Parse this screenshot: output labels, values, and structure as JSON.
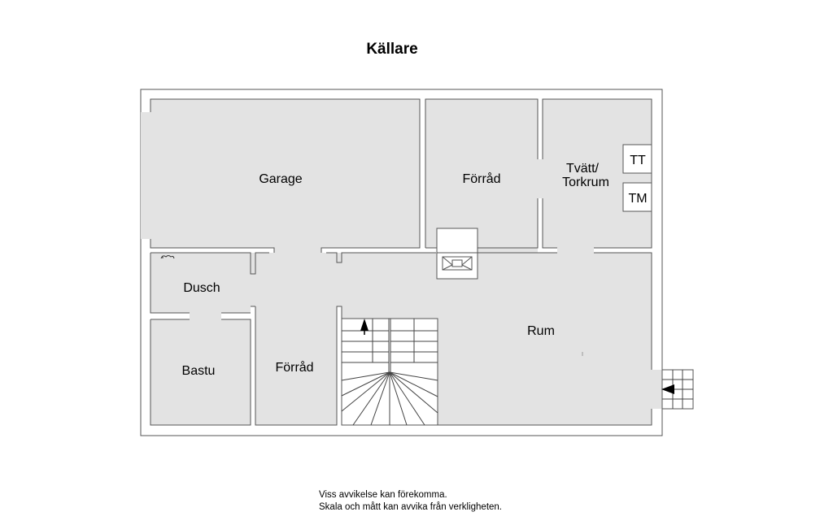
{
  "title": "Källare",
  "rooms": {
    "garage": "Garage",
    "forrad_top": "Förråd",
    "tvatt_line1": "Tvätt/",
    "tvatt_line2": "Torkrum",
    "dusch": "Dusch",
    "bastu": "Bastu",
    "forrad_bottom": "Förråd",
    "rum": "Rum"
  },
  "appliances": {
    "tt": "TT",
    "tm": "TM"
  },
  "disclaimer": {
    "line1": "Viss avvikelse kan förekomma.",
    "line2": "Skala och mått kan avvika från verkligheten."
  },
  "colors": {
    "floor": "#e3e3e3",
    "wall_outline": "#555555",
    "background": "#ffffff"
  }
}
